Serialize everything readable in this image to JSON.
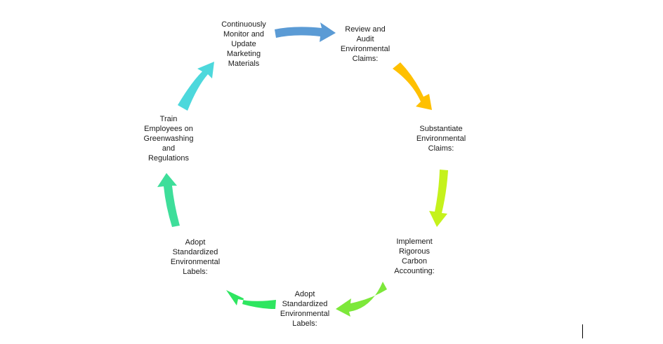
{
  "diagram": {
    "type": "cycle",
    "nodes": [
      {
        "id": "n1",
        "label": "Review and\nAudit\nEnvironmental\nClaims:"
      },
      {
        "id": "n2",
        "label": "Substantiate\nEnvironmental\nClaims:"
      },
      {
        "id": "n3",
        "label": "Implement\nRigorous\nCarbon\nAccounting:"
      },
      {
        "id": "n4",
        "label": "Adopt\nStandardized\nEnvironmental\nLabels:"
      },
      {
        "id": "n5",
        "label": "Adopt\nStandardized\nEnvironmental\nLabels:"
      },
      {
        "id": "n6",
        "label": "Train\nEmployees on\nGreenwashing\nand\nRegulations"
      },
      {
        "id": "n7",
        "label": "Continuously\nMonitor and\nUpdate\nMarketing\nMaterials"
      }
    ],
    "arrows": [
      {
        "name": "arrow-monitor-to-review",
        "color": "#5B9BD5"
      },
      {
        "name": "arrow-review-to-substantiate",
        "color": "#FFC000"
      },
      {
        "name": "arrow-substantiate-to-implement",
        "color": "#C5F21C"
      },
      {
        "name": "arrow-implement-to-adopt",
        "color": "#7DE83A"
      },
      {
        "name": "arrow-adopt-to-adopt",
        "color": "#2EE660"
      },
      {
        "name": "arrow-adopt-to-train",
        "color": "#3EDE9A"
      },
      {
        "name": "arrow-train-to-monitor",
        "color": "#4DD8DC"
      }
    ]
  }
}
